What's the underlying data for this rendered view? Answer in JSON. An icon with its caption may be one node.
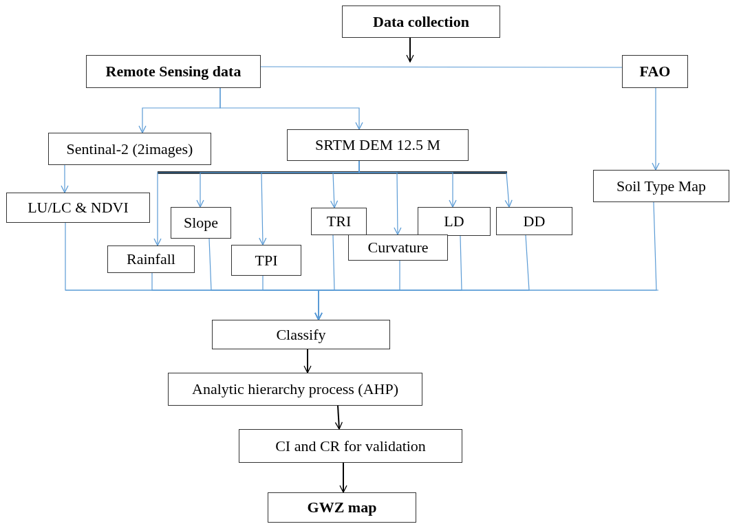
{
  "diagram": {
    "nodes": [
      {
        "text": [
          "Data collection"
        ]
      },
      {
        "text": [
          "Remote Sensing data"
        ]
      },
      {
        "text": [
          "FAO"
        ]
      },
      {
        "text": [
          "Sentinal-2 (2images)"
        ]
      },
      {
        "text": [
          "SRTM DEM 12.5 M"
        ]
      },
      {
        "text": [
          "Soil Type Map"
        ]
      },
      {
        "text": [
          "LU/LC & NDVI"
        ]
      },
      {
        "text": [
          "Slope"
        ]
      },
      {
        "text": [
          "TRI"
        ]
      },
      {
        "text": [
          "LD"
        ]
      },
      {
        "text": [
          "DD"
        ]
      },
      {
        "text": [
          "Rainfall"
        ]
      },
      {
        "text": [
          "TPI"
        ]
      },
      {
        "text": [
          "Curvature"
        ]
      },
      {
        "text": [
          "Classify"
        ]
      },
      {
        "text": [
          "Analytic hierarchy process (AHP)"
        ]
      },
      {
        "text": [
          "CI and CR for validation"
        ]
      },
      {
        "text": [
          "GWZ map"
        ]
      }
    ],
    "edges": [
      {
        "from": 0,
        "to": null,
        "arrow": "to",
        "color": "#000000"
      },
      {
        "from": 1,
        "to": 2,
        "arrow": "none"
      },
      {
        "from": 1,
        "to": 3,
        "arrow": "to"
      },
      {
        "from": 1,
        "to": 4,
        "arrow": "to"
      },
      {
        "from": 2,
        "to": 5,
        "arrow": "to"
      },
      {
        "from": 3,
        "to": 6,
        "arrow": "to"
      },
      {
        "from": 4,
        "to": 11,
        "arrow": "to"
      },
      {
        "from": 4,
        "to": 7,
        "arrow": "to"
      },
      {
        "from": 4,
        "to": 12,
        "arrow": "to"
      },
      {
        "from": 4,
        "to": 8,
        "arrow": "to"
      },
      {
        "from": 4,
        "to": 13,
        "arrow": "to"
      },
      {
        "from": 4,
        "to": 9,
        "arrow": "to"
      },
      {
        "from": 4,
        "to": 10,
        "arrow": "to"
      },
      {
        "from": 6,
        "to": 14,
        "arrow": "to"
      },
      {
        "from": 11,
        "to": 14,
        "arrow": "to"
      },
      {
        "from": 7,
        "to": 14,
        "arrow": "to"
      },
      {
        "from": 12,
        "to": 14,
        "arrow": "to"
      },
      {
        "from": 8,
        "to": 14,
        "arrow": "to"
      },
      {
        "from": 13,
        "to": 14,
        "arrow": "to"
      },
      {
        "from": 9,
        "to": 14,
        "arrow": "to"
      },
      {
        "from": 10,
        "to": 14,
        "arrow": "to"
      },
      {
        "from": 5,
        "to": 14,
        "arrow": "to"
      },
      {
        "from": 14,
        "to": 15,
        "arrow": "to",
        "color": "#000000"
      },
      {
        "from": 15,
        "to": 16,
        "arrow": "to",
        "color": "#000000"
      },
      {
        "from": 16,
        "to": 17,
        "arrow": "to",
        "color": "#000000"
      }
    ]
  }
}
